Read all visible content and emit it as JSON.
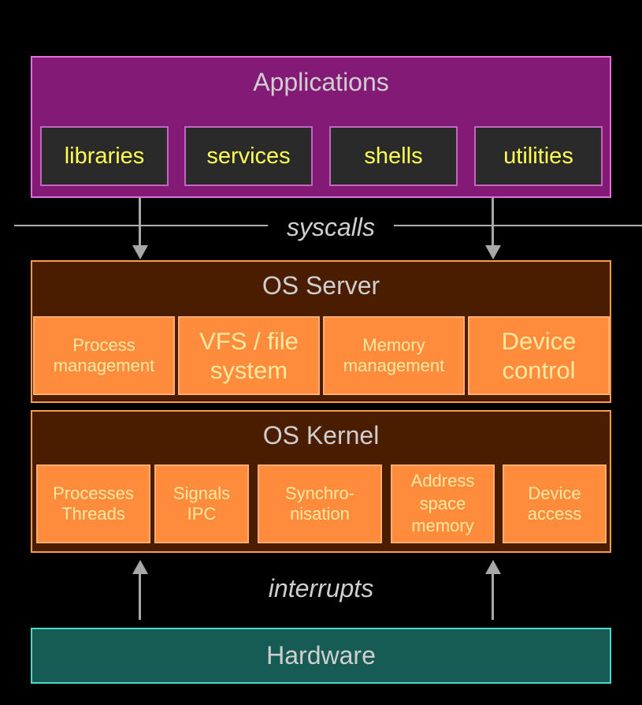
{
  "applications": {
    "title": "Applications",
    "items": [
      "libraries",
      "services",
      "shells",
      "utilities"
    ]
  },
  "syscalls": {
    "label": "syscalls"
  },
  "os_server": {
    "title": "OS Server",
    "items": [
      "Process\nmanagement",
      "VFS / file\nsystem",
      "Memory\nmanagement",
      "Device\ncontrol"
    ]
  },
  "os_kernel": {
    "title": "OS Kernel",
    "items": [
      "Processes\nThreads",
      "Signals\nIPC",
      "Synchro-\nnisation",
      "Address\nspace\nmemory",
      "Device\naccess"
    ]
  },
  "interrupts": {
    "label": "interrupts"
  },
  "hardware": {
    "label": "Hardware"
  },
  "colors": {
    "applications_fill": "#831a75",
    "applications_border": "#e072d6",
    "app_box_text": "#ffff55",
    "os_layer_fill": "#4a1c00",
    "os_item_fill": "#ff8c3d",
    "hardware_fill": "#165c55",
    "hardware_border": "#4ed8c8"
  }
}
